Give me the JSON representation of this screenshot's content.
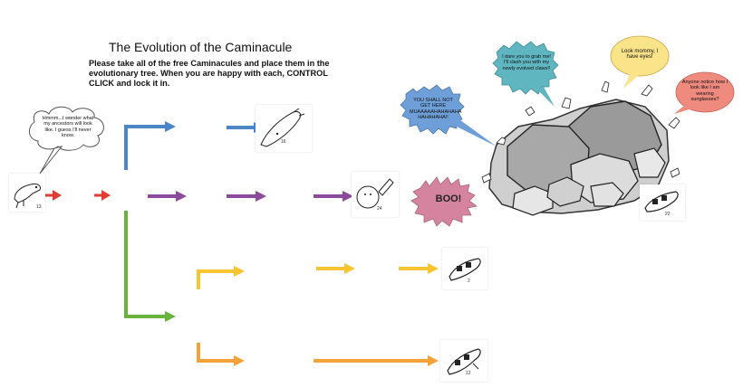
{
  "header": {
    "title": "The Evolution of the Caminacule",
    "instructions": "Please take all of the free Caminacules and place them in the evolutionary tree.  When you are happy with each, CONTROL CLICK and lock it in."
  },
  "speech": {
    "ancestor_thought": "Hmmm...I wonder what my ancestors will look like.  I guess I'll never know.",
    "dare": "I dare you to grab me! I'll clash you with my newly evolved claws!!",
    "eyes": "Look mommy, I have eyes!",
    "sunglasses": "Anyone notice how I look like I am wearing sunglasses?",
    "shall_not": "YOU SHALL NOT GET HERE MUAAAAAHAHAHAHA HAHAHAHA!!",
    "boo": "BOO!"
  },
  "cards": {
    "start": "13",
    "top": "16",
    "mid": "24",
    "yellow": "2",
    "orange": "12",
    "rock": "22"
  },
  "colors": {
    "red": "#e03c31",
    "blue": "#4a86c8",
    "purple": "#8b4a9c",
    "green": "#6ab43e",
    "yellow": "#f6c531",
    "orange": "#f6a23c",
    "boo_pink": "#d4849f",
    "thought_cyan": "#5fb6c0",
    "thought_blue": "#6e9fd8",
    "thought_yellow": "#fbe38a",
    "thought_red": "#ee8a7e"
  }
}
